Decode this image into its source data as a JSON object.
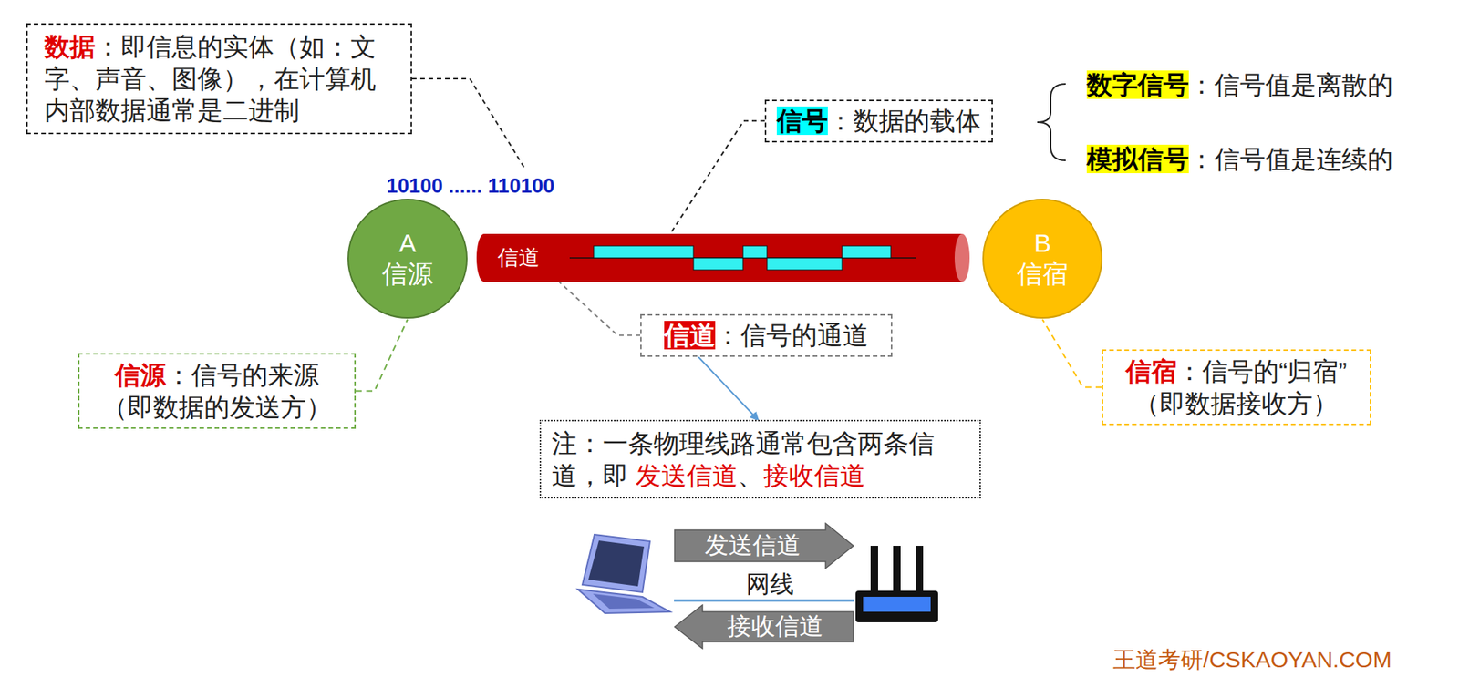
{
  "diagram": {
    "nodes": [
      {
        "text": [
          "数据",
          "：即信息的实体（如：文字、声音、图像），在计算机内部数据通常是二进制"
        ]
      },
      {
        "text": [
          "信号",
          "：数据的载体"
        ]
      },
      {
        "text": [
          "A",
          "信源"
        ]
      },
      {
        "text": [
          "信道"
        ]
      },
      {
        "text": [
          "B",
          "信宿"
        ]
      },
      {
        "text": [
          "信道",
          "：信号的通道"
        ]
      },
      {
        "text": [
          "信源",
          "：信号的来源",
          "（即数据的发送方）"
        ]
      },
      {
        "text": [
          "信宿",
          "：信号的“归宿”",
          "（即数据接收方）"
        ]
      },
      {
        "text": [
          "注：一条物理线路通常包含两条信道，即",
          "发送信道",
          "、",
          "接收信道"
        ]
      },
      {
        "text": [
          "发送信道"
        ]
      },
      {
        "text": [
          "接收信道"
        ]
      }
    ],
    "edges": [
      {
        "from": 1,
        "to": 3,
        "arrow": "none"
      },
      {
        "from": 5,
        "to": 3,
        "arrow": "none"
      },
      {
        "from": 6,
        "to": 2,
        "arrow": "none"
      },
      {
        "from": 7,
        "to": 4,
        "arrow": "none"
      },
      {
        "from": 5,
        "to": 8,
        "arrow": "to"
      }
    ],
    "labels": [
      "10100 ...... 110100",
      "数字信号",
      "：信号值是离散的",
      "模拟信号",
      "：信号值是连续的",
      "网线",
      "王道考研/CSKAOYAN.COM"
    ]
  }
}
